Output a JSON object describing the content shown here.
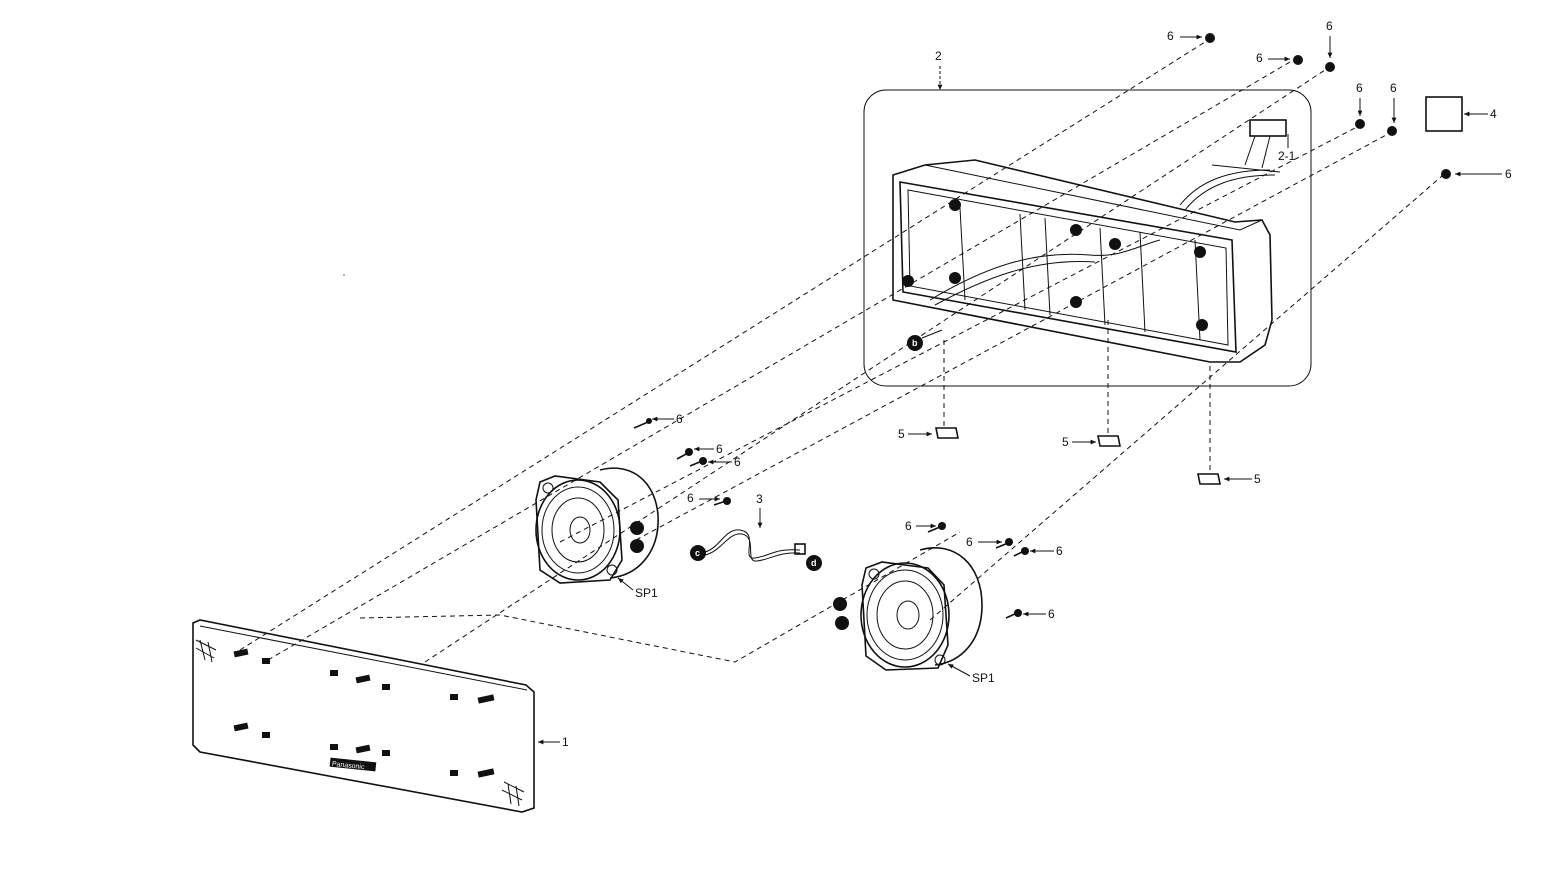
{
  "labels": {
    "front_panel": "1",
    "cabinet_assembly": "2",
    "connector": "2-1",
    "lead_wire": "3",
    "label_plate": "4",
    "foot": "5",
    "screw": "6",
    "speaker_unit": "SP1"
  },
  "connection_markers": {
    "b": "b",
    "c": "c",
    "d": "d"
  },
  "brand_mark": "Panasonic"
}
